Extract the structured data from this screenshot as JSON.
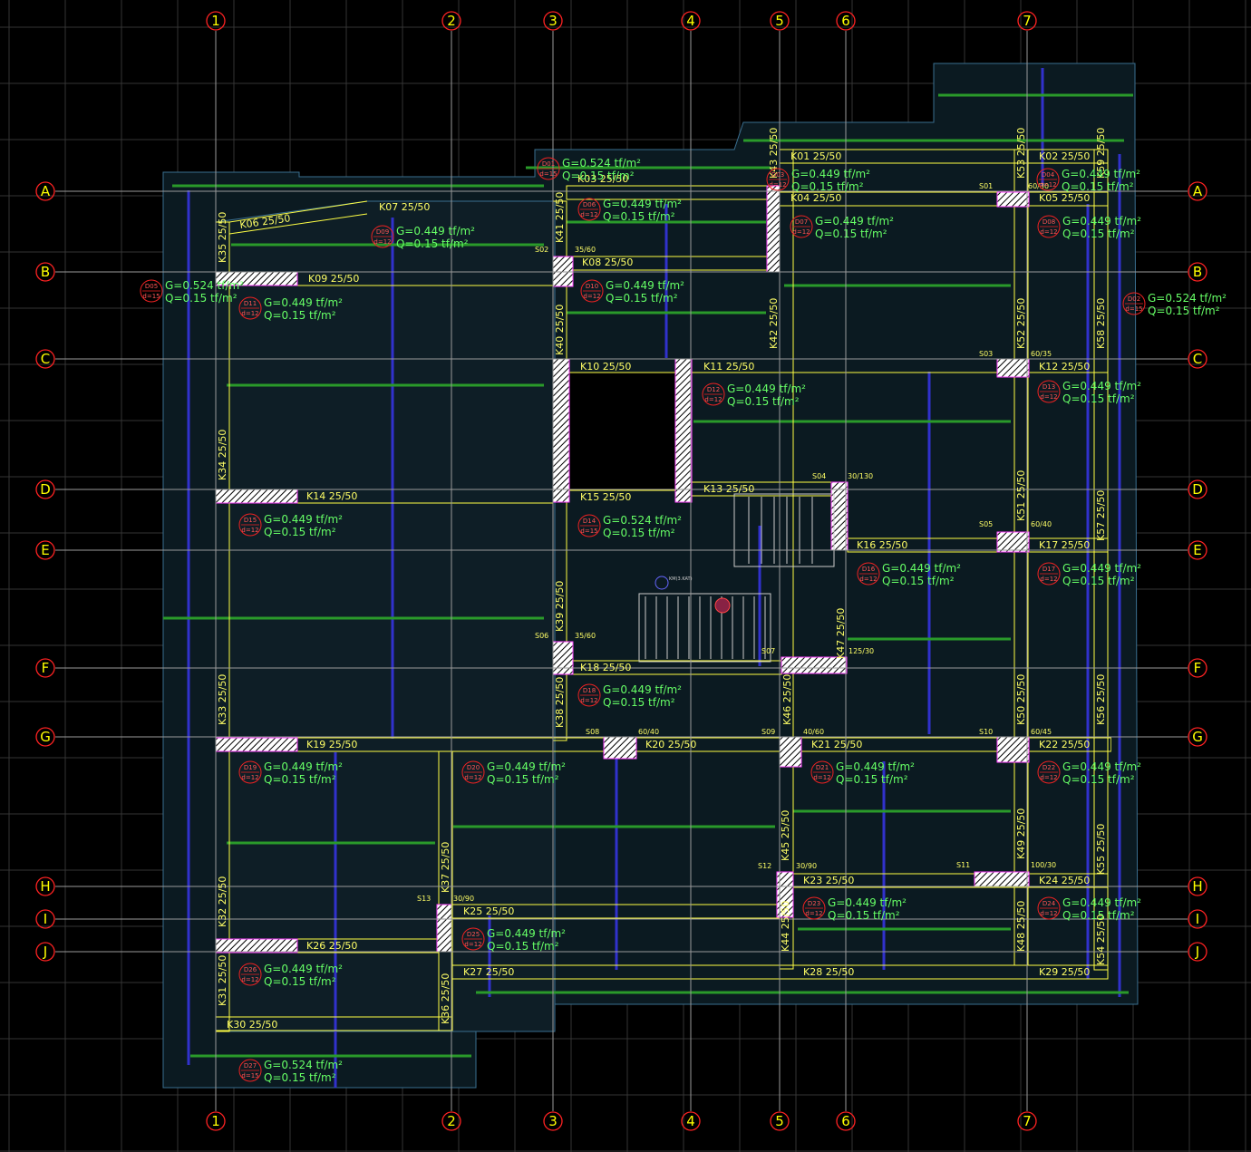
{
  "colors": {
    "background": "#000000",
    "grid": "#3a3a3a",
    "axis": "#9a9a9a",
    "slab_fill": "#0b1a21",
    "beam": "#ffff44",
    "axis_bubble": "#ff2222",
    "axis_label": "#ffff00",
    "load_text": "#66ff66",
    "rebar_blue": "#3333cc",
    "rebar_green": "#22aa22"
  },
  "axes_vertical": [
    "1",
    "2",
    "3",
    "4",
    "5",
    "6",
    "7"
  ],
  "axes_horizontal": [
    "A",
    "B",
    "C",
    "D",
    "E",
    "F",
    "G",
    "H",
    "I",
    "J"
  ],
  "beams": [
    {
      "id": "b01",
      "label": "K01   25/50"
    },
    {
      "id": "b02",
      "label": "K02  25/50"
    },
    {
      "id": "b03",
      "label": "K03   25/50"
    },
    {
      "id": "b04",
      "label": "K04   25/50"
    },
    {
      "id": "b05",
      "label": "K05  25/50"
    },
    {
      "id": "b06",
      "label": "K06   25/50"
    },
    {
      "id": "b07",
      "label": "K07   25/50"
    },
    {
      "id": "b08",
      "label": "K08   25/50"
    },
    {
      "id": "b09",
      "label": "K09   25/50"
    },
    {
      "id": "b10",
      "label": "K10   25/50"
    },
    {
      "id": "b11",
      "label": "K11   25/50"
    },
    {
      "id": "b12",
      "label": "K12  25/50"
    },
    {
      "id": "b13",
      "label": "K13   25/50"
    },
    {
      "id": "b14",
      "label": "K14   25/50"
    },
    {
      "id": "b15",
      "label": "K15   25/50"
    },
    {
      "id": "b16",
      "label": "K16   25/50"
    },
    {
      "id": "b17",
      "label": "K17  25/50"
    },
    {
      "id": "b18",
      "label": "K18   25/50"
    },
    {
      "id": "b19",
      "label": "K19   25/50"
    },
    {
      "id": "b20",
      "label": "K20   25/50"
    },
    {
      "id": "b21",
      "label": "K21   25/50"
    },
    {
      "id": "b22",
      "label": "K22  25/50"
    },
    {
      "id": "b23",
      "label": "K23   25/50"
    },
    {
      "id": "b24",
      "label": "K24  25/50"
    },
    {
      "id": "b25",
      "label": "K25   25/50"
    },
    {
      "id": "b26",
      "label": "K26   25/50"
    },
    {
      "id": "b27",
      "label": "K27   25/50"
    },
    {
      "id": "b28",
      "label": "K28   25/50"
    },
    {
      "id": "b29",
      "label": "K29  25/50"
    },
    {
      "id": "b30",
      "label": "K30   25/50"
    },
    {
      "id": "b31",
      "label": "K31  25/50"
    },
    {
      "id": "b32",
      "label": "K32  25/50"
    },
    {
      "id": "b33",
      "label": "K33  25/50"
    },
    {
      "id": "b34",
      "label": "K34  25/50"
    },
    {
      "id": "b35",
      "label": "K35  25/50"
    },
    {
      "id": "b36",
      "label": "K36  25/50"
    },
    {
      "id": "b37",
      "label": "K37  25/50"
    },
    {
      "id": "b38",
      "label": "K38  25/50"
    },
    {
      "id": "b39",
      "label": "K39  25/50"
    },
    {
      "id": "b40",
      "label": "K40  25/50"
    },
    {
      "id": "b41",
      "label": "K41  25/50"
    },
    {
      "id": "b42",
      "label": "K42  25/50"
    },
    {
      "id": "b43",
      "label": "K43  25/50"
    },
    {
      "id": "b44",
      "label": "K44  25/50"
    },
    {
      "id": "b45",
      "label": "K45  25/50"
    },
    {
      "id": "b46",
      "label": "K46  25/50"
    },
    {
      "id": "b47",
      "label": "K47  25/50"
    },
    {
      "id": "b48",
      "label": "K48  25/50"
    },
    {
      "id": "b49",
      "label": "K49  25/50"
    },
    {
      "id": "b50",
      "label": "K50  25/50"
    },
    {
      "id": "b51",
      "label": "K51  25/50"
    },
    {
      "id": "b52",
      "label": "K52  25/50"
    },
    {
      "id": "b53",
      "label": "K53  25/50"
    },
    {
      "id": "b54",
      "label": "K54  25/50"
    },
    {
      "id": "b55",
      "label": "K55  25/50"
    },
    {
      "id": "b56",
      "label": "K56  25/50"
    },
    {
      "id": "b57",
      "label": "K57  25/50"
    },
    {
      "id": "b58",
      "label": "K58  25/50"
    },
    {
      "id": "b59",
      "label": "K59  25/50"
    }
  ],
  "slabs": [
    {
      "id": "D01",
      "thickness": "d=15",
      "g": "G=0.524 tf/m²",
      "q": "Q=0.15 tf/m²"
    },
    {
      "id": "D02",
      "thickness": "d=15",
      "g": "G=0.524 tf/m²",
      "q": "Q=0.15 tf/m²"
    },
    {
      "id": "D03",
      "thickness": "d=12",
      "g": "G=0.449 tf/m²",
      "q": "Q=0.15 tf/m²"
    },
    {
      "id": "D04",
      "thickness": "d=12",
      "g": "G=0.449 tf/m²",
      "q": "Q=0.15 tf/m²"
    },
    {
      "id": "D05",
      "thickness": "d=15",
      "g": "G=0.524 tf/m²",
      "q": "Q=0.15 tf/m²"
    },
    {
      "id": "D06",
      "thickness": "d=12",
      "g": "G=0.449 tf/m²",
      "q": "Q=0.15 tf/m²"
    },
    {
      "id": "D07",
      "thickness": "d=12",
      "g": "G=0.449 tf/m²",
      "q": "Q=0.15 tf/m²"
    },
    {
      "id": "D08",
      "thickness": "d=12",
      "g": "G=0.449 tf/m²",
      "q": "Q=0.15 tf/m²"
    },
    {
      "id": "D09",
      "thickness": "d=12",
      "g": "G=0.449 tf/m²",
      "q": "Q=0.15 tf/m²"
    },
    {
      "id": "D10",
      "thickness": "d=12",
      "g": "G=0.449 tf/m²",
      "q": "Q=0.15 tf/m²"
    },
    {
      "id": "D11",
      "thickness": "d=12",
      "g": "G=0.449 tf/m²",
      "q": "Q=0.15 tf/m²"
    },
    {
      "id": "D12",
      "thickness": "d=12",
      "g": "G=0.449 tf/m²",
      "q": "Q=0.15 tf/m²"
    },
    {
      "id": "D13",
      "thickness": "d=12",
      "g": "G=0.449 tf/m²",
      "q": "Q=0.15 tf/m²"
    },
    {
      "id": "D14",
      "thickness": "d=15",
      "g": "G=0.524 tf/m²",
      "q": "Q=0.15 tf/m²"
    },
    {
      "id": "D15",
      "thickness": "d=12",
      "g": "G=0.449 tf/m²",
      "q": "Q=0.15 tf/m²"
    },
    {
      "id": "D16",
      "thickness": "d=12",
      "g": "G=0.449 tf/m²",
      "q": "Q=0.15 tf/m²"
    },
    {
      "id": "D17",
      "thickness": "d=12",
      "g": "G=0.449 tf/m²",
      "q": "Q=0.15 tf/m²"
    },
    {
      "id": "D18",
      "thickness": "d=12",
      "g": "G=0.449 tf/m²",
      "q": "Q=0.15 tf/m²"
    },
    {
      "id": "D19",
      "thickness": "d=12",
      "g": "G=0.449 tf/m²",
      "q": "Q=0.15 tf/m²"
    },
    {
      "id": "D20",
      "thickness": "d=12",
      "g": "G=0.449 tf/m²",
      "q": "Q=0.15 tf/m²"
    },
    {
      "id": "D21",
      "thickness": "d=12",
      "g": "G=0.449 tf/m²",
      "q": "Q=0.15 tf/m²"
    },
    {
      "id": "D22",
      "thickness": "d=12",
      "g": "G=0.449 tf/m²",
      "q": "Q=0.15 tf/m²"
    },
    {
      "id": "D23",
      "thickness": "d=12",
      "g": "G=0.449 tf/m²",
      "q": "Q=0.15 tf/m²"
    },
    {
      "id": "D24",
      "thickness": "d=12",
      "g": "G=0.449 tf/m²",
      "q": "Q=0.15 tf/m²"
    },
    {
      "id": "D25",
      "thickness": "d=12",
      "g": "G=0.449 tf/m²",
      "q": "Q=0.15 tf/m²"
    },
    {
      "id": "D26",
      "thickness": "d=12",
      "g": "G=0.449 tf/m²",
      "q": "Q=0.15 tf/m²"
    },
    {
      "id": "D27",
      "thickness": "d=15",
      "g": "G=0.524 tf/m²",
      "q": "Q=0.15 tf/m²"
    }
  ],
  "columns": [
    {
      "id": "c01",
      "label": "S01",
      "size": "60/30"
    },
    {
      "id": "c02",
      "label": "S02",
      "size": "35/60"
    },
    {
      "id": "c03",
      "label": "S03",
      "size": "60/35"
    },
    {
      "id": "c04",
      "label": "S04",
      "size": "30/130"
    },
    {
      "id": "c05",
      "label": "S05",
      "size": "60/40"
    },
    {
      "id": "c06",
      "label": "S06",
      "size": "35/60"
    },
    {
      "id": "c07",
      "label": "S07",
      "size": "125/30"
    },
    {
      "id": "c08",
      "label": "S08",
      "size": "60/40"
    },
    {
      "id": "c09",
      "label": "S09",
      "size": "40/60"
    },
    {
      "id": "c10",
      "label": "S10",
      "size": "60/45"
    },
    {
      "id": "c11",
      "label": "S11",
      "size": "100/30"
    },
    {
      "id": "c12",
      "label": "S12",
      "size": "30/90"
    },
    {
      "id": "c13",
      "label": "S13",
      "size": "30/90"
    }
  ],
  "stair_note": "KM(3.KAT)"
}
